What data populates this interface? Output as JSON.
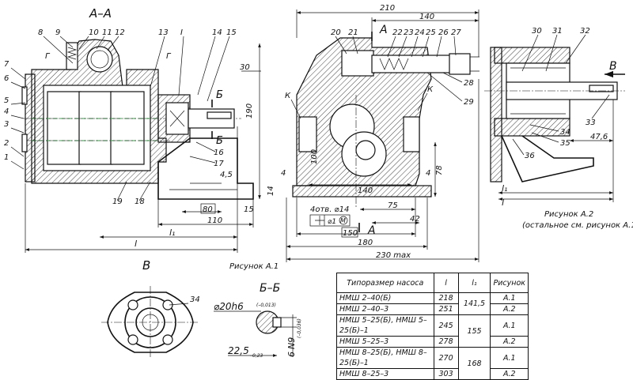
{
  "section_aa": {
    "title": "А–А",
    "leaders": [
      "8",
      "9",
      "10",
      "11",
      "12",
      "13",
      "I",
      "14",
      "15",
      "Г",
      "Г",
      "7",
      "6",
      "5",
      "4",
      "3",
      "2",
      "1",
      "19",
      "18",
      "16",
      "17"
    ],
    "dims": {
      "d30": "30",
      "d190": "190",
      "d4_5": "4,5",
      "d80": "80",
      "d15": "15",
      "d110": "110",
      "l1": "l₁",
      "l": "l"
    },
    "cut_b": "Б",
    "caption": "Рисунок А.1"
  },
  "side_view": {
    "dims": {
      "d210": "210",
      "d140": "140",
      "d140b": "140",
      "d78": "78",
      "d100": "100",
      "d4a": "4",
      "d4b": "4",
      "d14": "14",
      "holes": "4отв. ⌀14",
      "pos": "⌀1",
      "m": "М",
      "d75": "75",
      "d42": "42",
      "d150": "150",
      "d180": "180",
      "d230": "230 max"
    },
    "leaders": [
      "20",
      "21",
      "22",
      "23",
      "24",
      "25",
      "26",
      "27",
      "28",
      "29",
      "К",
      "К"
    ],
    "cut_a": "А"
  },
  "fig_a2": {
    "leaders": [
      "30",
      "31",
      "32",
      "33",
      "34",
      "35",
      "36"
    ],
    "arrow": "В",
    "dim_47_6": "47,6",
    "l1": "l₁",
    "l": "l",
    "caption": "Рисунок А.2",
    "caption_note": "(остальное см. рисунок А.1 )"
  },
  "view_b": {
    "title": "В",
    "leader": "34"
  },
  "section_bb": {
    "title": "Б–Б",
    "d20": "⌀20h6",
    "d20_tol": "(–0,013)",
    "d22": "22,5",
    "d22_tol": "–0,23",
    "d6": "6",
    "n9": "N9",
    "n9_tol": "(–0,036)"
  },
  "table": {
    "headers": [
      "Типоразмер насоса",
      "l",
      "l₁",
      "Рисунок"
    ],
    "rows": [
      {
        "name": "НМШ 2–40(Б)",
        "l": "218",
        "fig": "А.1"
      },
      {
        "name": "НМШ 2–40–3",
        "l": "251",
        "fig": "А.2"
      },
      {
        "name": "НМШ 5–25(Б), НМШ 5–25(Б)–1",
        "l": "245",
        "fig": "А.1"
      },
      {
        "name": "НМШ 5–25–3",
        "l": "278",
        "fig": "А.2"
      },
      {
        "name": "НМШ 8–25(Б), НМШ 8–25(Б)–1",
        "l": "270",
        "fig": "А.1"
      },
      {
        "name": "НМШ 8–25–3",
        "l": "303",
        "fig": "А.2"
      }
    ],
    "l1_groups": [
      "141,5",
      "155",
      "168"
    ]
  }
}
